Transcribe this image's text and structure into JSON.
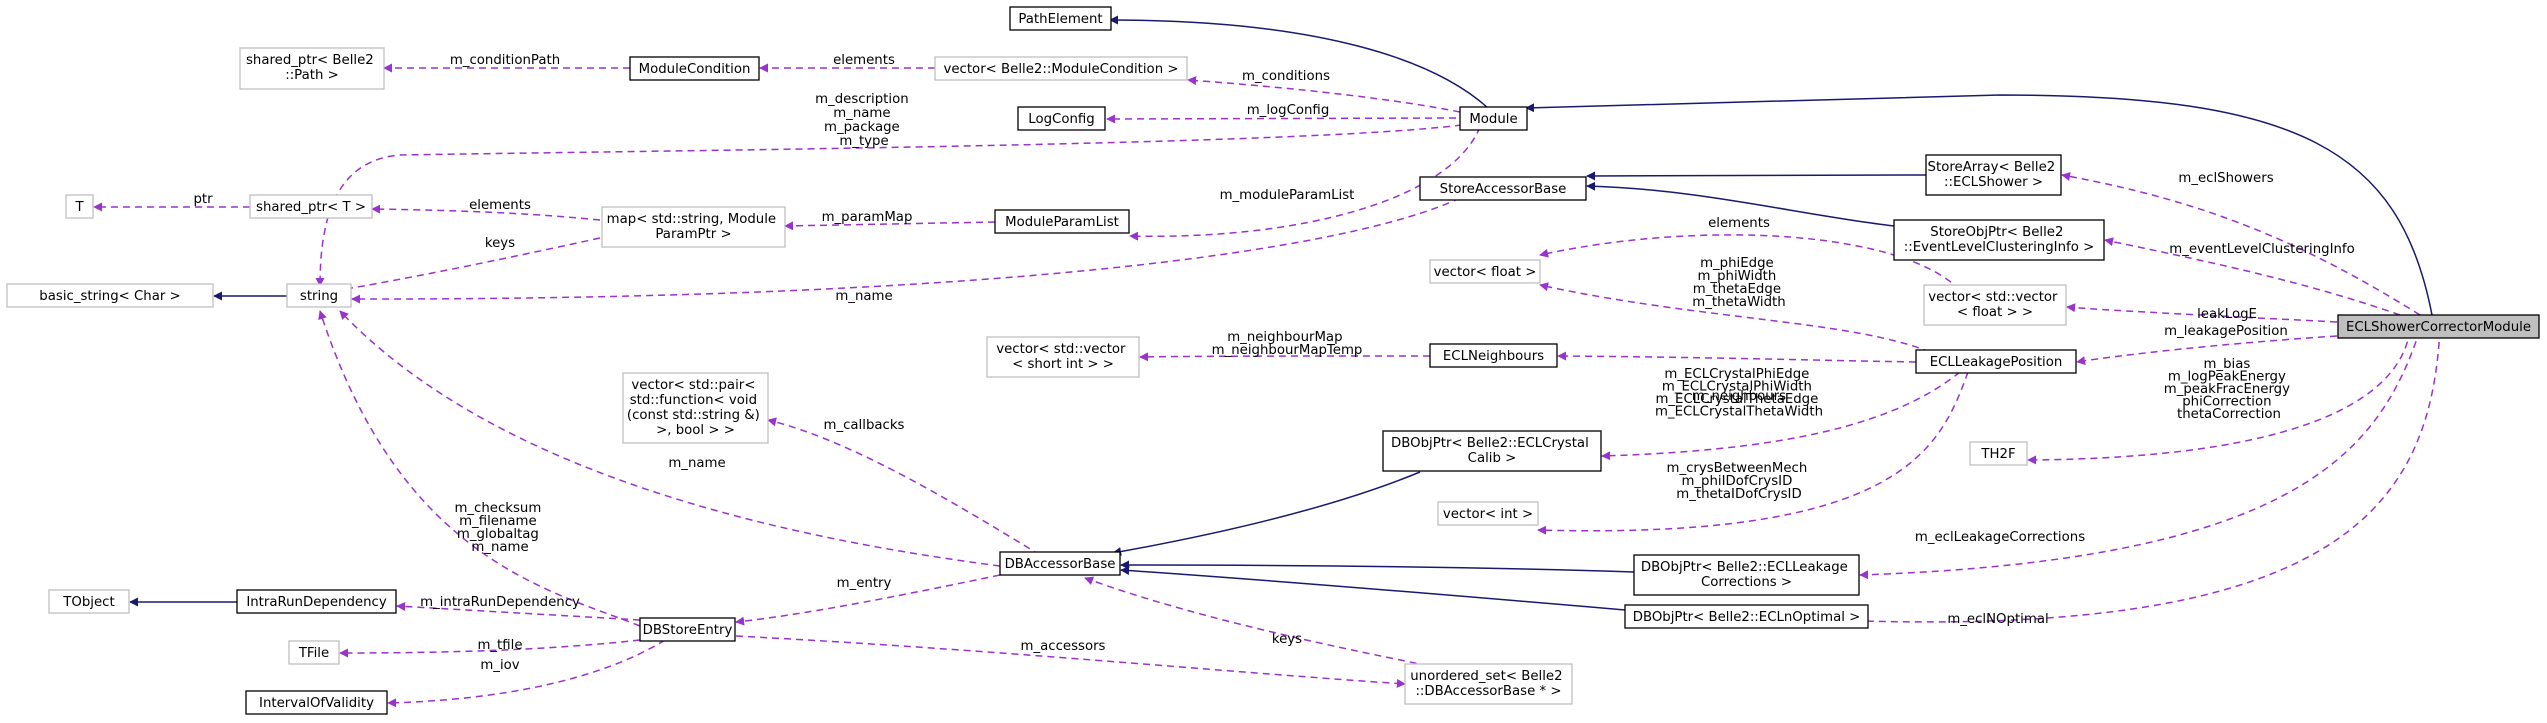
{
  "colors": {
    "inheritance": "#191970",
    "usage": "#9a32cd",
    "highlight_fill": "#bfbfbf",
    "node_border": "#000000",
    "undocumented_border": "#bfbfbf"
  },
  "nodes": {
    "pathelement": [
      "PathElement"
    ],
    "module": [
      "Module"
    ],
    "modulecondition": [
      "ModuleCondition"
    ],
    "sp_path": [
      "shared_ptr< Belle2",
      "::Path >"
    ],
    "vec_modcond": [
      "vector< Belle2::ModuleCondition >"
    ],
    "logconfig": [
      "LogConfig"
    ],
    "t": [
      "T"
    ],
    "sp_t": [
      "shared_ptr< T >"
    ],
    "map_param": [
      "map< std::string, Module",
      "ParamPtr >"
    ],
    "moduleparamlist": [
      "ModuleParamList"
    ],
    "storeaccessorbase": [
      "StoreAccessorBase"
    ],
    "storearray": [
      "StoreArray< Belle2",
      "::ECLShower >"
    ],
    "basic_string": [
      "basic_string< Char >"
    ],
    "string": [
      "string"
    ],
    "storeobjptr": [
      "StoreObjPtr< Belle2",
      "::EventLevelClusteringInfo >"
    ],
    "vec_float": [
      "vector< float >"
    ],
    "vec_vec_float": [
      "vector< std::vector",
      "< float > >"
    ],
    "eclshowercorrector": [
      "ECLShowerCorrectorModule"
    ],
    "vec_vec_short": [
      "vector< std::vector",
      "< short int > >"
    ],
    "eclneighbours": [
      "ECLNeighbours"
    ],
    "eclleakageposition": [
      "ECLLeakagePosition"
    ],
    "vec_pair_func": [
      "vector< std::pair<",
      "std::function< void",
      "(const std::string &)",
      ">, bool > >"
    ],
    "dbobj_crystal": [
      "DBObjPtr< Belle2::ECLCrystal",
      "Calib >"
    ],
    "th2f": [
      "TH2F"
    ],
    "vec_int": [
      "vector< int >"
    ],
    "dbaccessorbase": [
      "DBAccessorBase"
    ],
    "dbobj_leakage": [
      "DBObjPtr< Belle2::ECLLeakage",
      "Corrections >"
    ],
    "tobject": [
      "TObject"
    ],
    "intrarundep": [
      "IntraRunDependency"
    ],
    "dbstoreentry": [
      "DBStoreEntry"
    ],
    "dbobj_nopt": [
      "DBObjPtr< Belle2::ECLnOptimal >"
    ],
    "tfile": [
      "TFile"
    ],
    "intervalofvalidity": [
      "IntervalOfValidity"
    ],
    "uset": [
      "unordered_set< Belle2",
      "::DBAccessorBase * >"
    ]
  },
  "edge_labels": {
    "m_conditionPath": [
      "m_conditionPath"
    ],
    "elements_modcond": [
      "elements"
    ],
    "m_conditions": [
      "m_conditions"
    ],
    "m_logConfig": [
      "m_logConfig"
    ],
    "module_strings": [
      "m_description",
      "m_name",
      "m_package",
      "m_type"
    ],
    "ptr": [
      "ptr"
    ],
    "elements_sp": [
      "elements"
    ],
    "m_paramMap": [
      "m_paramMap"
    ],
    "m_moduleParamList": [
      "m_moduleParamList"
    ],
    "keys_map": [
      "keys"
    ],
    "m_name_store": [
      "m_name"
    ],
    "m_eclShowers": [
      "m_eclShowers"
    ],
    "elements_float": [
      "elements"
    ],
    "m_eventLevelClusteringInfo": [
      "m_eventLevelClusteringInfo"
    ],
    "phi_theta": [
      "m_phiEdge",
      "m_phiWidth",
      "m_thetaEdge",
      "m_thetaWidth"
    ],
    "leakLogE": [
      "leakLogE"
    ],
    "m_leakagePosition": [
      "m_leakagePosition"
    ],
    "neighbour_maps": [
      "m_neighbourMap",
      "m_neighbourMapTemp"
    ],
    "m_neighbours": [
      "m_neighbours"
    ],
    "crystal_edges": [
      "m_ECLCrystalPhiEdge",
      "m_ECLCrystalPhiWidth",
      "m_ECLCrystalThetaEdge",
      "m_ECLCrystalThetaWidth"
    ],
    "th2f_members": [
      "m_bias",
      "m_logPeakEnergy",
      "m_peakFracEnergy",
      "phiCorrection",
      "thetaCorrection"
    ],
    "m_callbacks": [
      "m_callbacks"
    ],
    "m_name_db": [
      "m_name"
    ],
    "crys_ids": [
      "m_crysBetweenMech",
      "m_phiIDofCrysID",
      "m_thetaIDofCrysID"
    ],
    "dbentry_strings": [
      "m_checksum",
      "m_filename",
      "m_globaltag",
      "m_name"
    ],
    "m_eclLeakageCorrections": [
      "m_eclLeakageCorrections"
    ],
    "m_entry": [
      "m_entry"
    ],
    "m_intraRunDependency": [
      "m_intraRunDependency"
    ],
    "m_eclNOptimal": [
      "m_eclNOptimal"
    ],
    "m_tfile": [
      "m_tfile"
    ],
    "m_iov": [
      "m_iov"
    ],
    "m_accessors": [
      "m_accessors"
    ],
    "keys_uset": [
      "keys"
    ]
  }
}
